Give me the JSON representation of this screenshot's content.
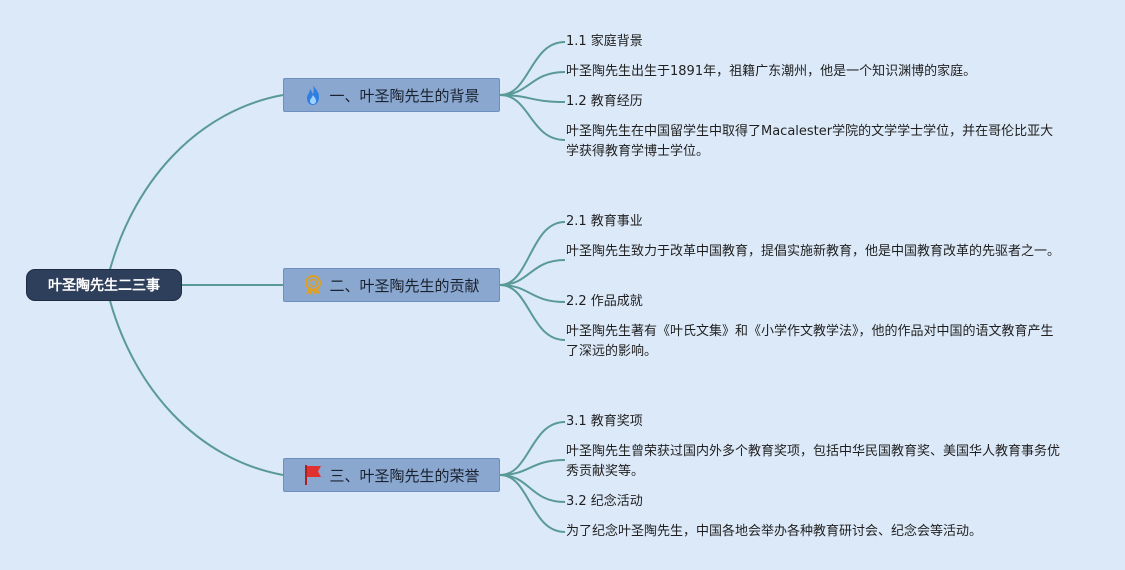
{
  "root": {
    "label": "叶圣陶先生二三事"
  },
  "branches": [
    {
      "label": "一、叶圣陶先生的背景",
      "icon": "flame-icon",
      "items": [
        {
          "text": "1.1 家庭背景"
        },
        {
          "text": "叶圣陶先生出生于1891年，祖籍广东潮州，他是一个知识渊博的家庭。"
        },
        {
          "text": "1.2 教育经历"
        },
        {
          "text": "叶圣陶先生在中国留学生中取得了Macalester学院的文学学士学位，并在哥伦比亚大学获得教育学博士学位。"
        }
      ]
    },
    {
      "label": "二、叶圣陶先生的贡献",
      "icon": "medal-icon",
      "items": [
        {
          "text": "2.1 教育事业"
        },
        {
          "text": "叶圣陶先生致力于改革中国教育，提倡实施新教育，他是中国教育改革的先驱者之一。"
        },
        {
          "text": "2.2 作品成就"
        },
        {
          "text": "叶圣陶先生著有《叶氏文集》和《小学作文教学法》，他的作品对中国的语文教育产生了深远的影响。"
        }
      ]
    },
    {
      "label": "三、叶圣陶先生的荣誉",
      "icon": "red-flag-icon",
      "items": [
        {
          "text": "3.1 教育奖项"
        },
        {
          "text": "叶圣陶先生曾荣获过国内外多个教育奖项，包括中华民国教育奖、美国华人教育事务优秀贡献奖等。"
        },
        {
          "text": "3.2 纪念活动"
        },
        {
          "text": "为了纪念叶圣陶先生，中国各地会举办各种教育研讨会、纪念会等活动。"
        }
      ]
    }
  ],
  "colors": {
    "background": "#dce9f8",
    "connector": "#5a9a96",
    "root": "#2e3f5c",
    "branch": "#8aa7cf"
  }
}
